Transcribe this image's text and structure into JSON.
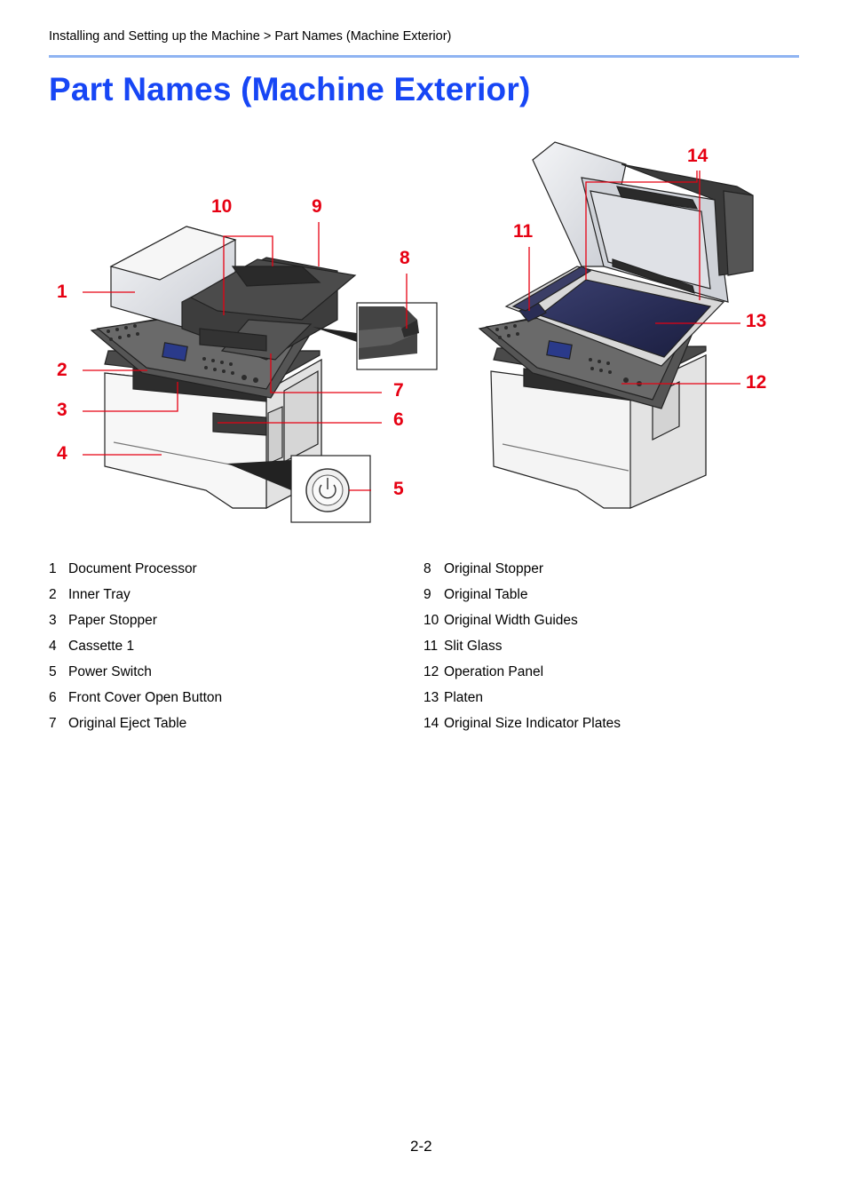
{
  "breadcrumb": "Installing and Setting up the Machine > Part Names (Machine Exterior)",
  "title": "Part Names (Machine Exterior)",
  "colors": {
    "title": "#1746f5",
    "rule": "#8fb4f2",
    "callout": "#e60012"
  },
  "callouts": [
    "1",
    "2",
    "3",
    "4",
    "5",
    "6",
    "7",
    "8",
    "9",
    "10",
    "11",
    "12",
    "13",
    "14"
  ],
  "parts_left": [
    {
      "num": "1",
      "name": "Document Processor"
    },
    {
      "num": "2",
      "name": "Inner Tray"
    },
    {
      "num": "3",
      "name": "Paper Stopper"
    },
    {
      "num": "4",
      "name": "Cassette 1"
    },
    {
      "num": "5",
      "name": "Power Switch"
    },
    {
      "num": "6",
      "name": "Front Cover Open Button"
    },
    {
      "num": "7",
      "name": "Original Eject Table"
    }
  ],
  "parts_right": [
    {
      "num": "8",
      "name": "Original Stopper"
    },
    {
      "num": "9",
      "name": "Original Table"
    },
    {
      "num": "10",
      "name": "Original Width Guides"
    },
    {
      "num": "11",
      "name": "Slit Glass"
    },
    {
      "num": "12",
      "name": "Operation Panel"
    },
    {
      "num": "13",
      "name": "Platen"
    },
    {
      "num": "14",
      "name": "Original Size Indicator Plates"
    }
  ],
  "page_number": "2-2"
}
